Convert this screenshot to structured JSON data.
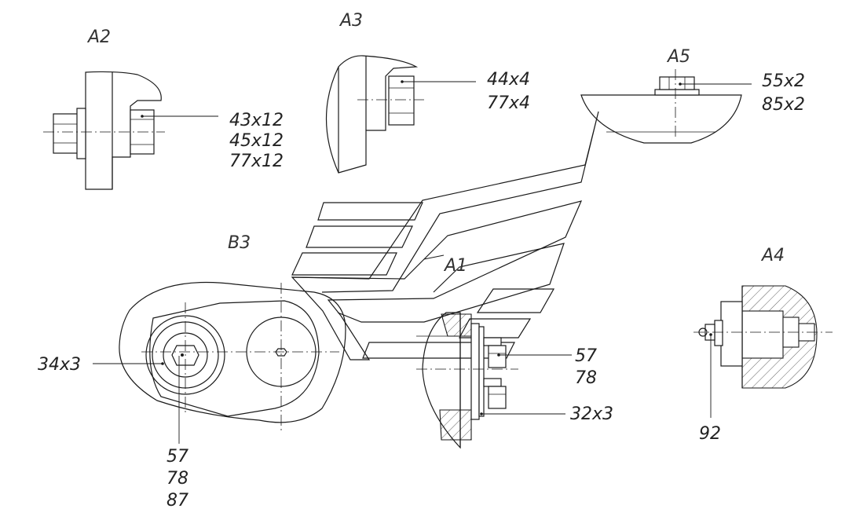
{
  "views": {
    "a2": "A2",
    "a3": "A3",
    "a5": "A5",
    "b3": "B3",
    "a1": "A1",
    "a4": "A4"
  },
  "callouts": {
    "a2": [
      "43x12",
      "45x12",
      "77x12"
    ],
    "a3": [
      "44x4",
      "77x4"
    ],
    "a5": [
      "55x2",
      "85x2"
    ],
    "b3_left": "34x3",
    "b3_bottom": [
      "57",
      "78",
      "87"
    ],
    "a1_top": [
      "57",
      "78"
    ],
    "a1_bottom": "32x3",
    "a4": "92"
  }
}
